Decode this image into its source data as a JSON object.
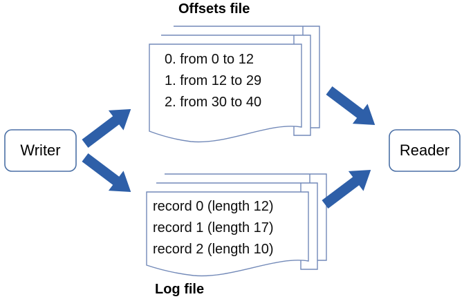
{
  "diagram": {
    "title_offsets": "Offsets file",
    "title_log": "Log file",
    "writer_label": "Writer",
    "reader_label": "Reader",
    "colors": {
      "arrow_blue": "#2E5FA8",
      "box_border": "#4A6FA5",
      "doc_border": "#7289B8",
      "text": "#0d0d0d",
      "background": "#ffffff"
    },
    "offsets_file": {
      "caption": "Offsets file",
      "lines": [
        "0. from 0 to 12",
        "1. from 12 to 29",
        "2. from 30 to 40"
      ],
      "sheet_count": 3
    },
    "log_file": {
      "caption": "Log file",
      "lines": [
        "record 0 (length 12)",
        "record 1 (length 17)",
        "record 2 (length 10)"
      ],
      "sheet_count": 3
    },
    "arrows": [
      {
        "name": "writer-to-offsets",
        "direction": "up-right"
      },
      {
        "name": "writer-to-log",
        "direction": "down-right"
      },
      {
        "name": "offsets-to-reader",
        "direction": "down-right"
      },
      {
        "name": "log-to-reader",
        "direction": "up-right"
      }
    ]
  }
}
